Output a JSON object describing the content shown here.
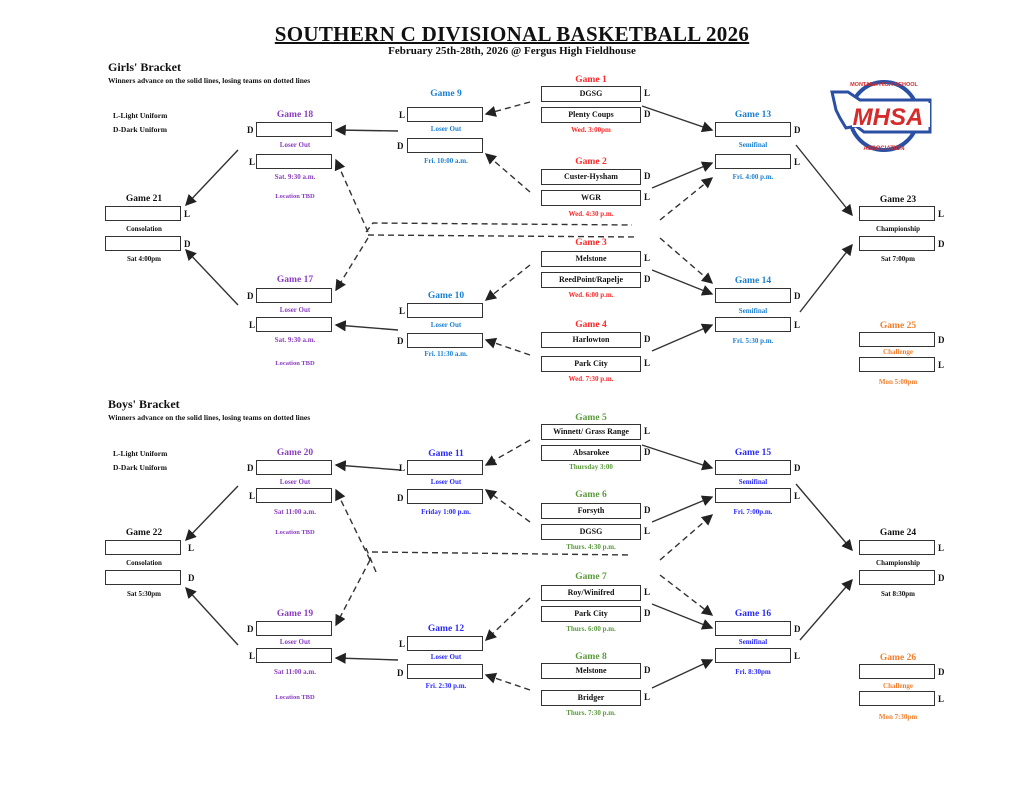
{
  "header": {
    "title": "SOUTHERN C DIVISIONAL BASKETBALL 2026",
    "subtitle": "February 25th-28th, 2026 @ Fergus High Fieldhouse"
  },
  "logo": {
    "text": "MHSA",
    "ring_top": "MONTANA HIGH SCHOOL",
    "ring_bottom": "ASSOCIATION",
    "colors": {
      "red": "#d62b2b",
      "blue": "#2b4fa3"
    }
  },
  "colors": {
    "first_round": "#ff2a2a",
    "boys_first_round": "#5a9a3c",
    "girls_loser_bracket": "#1a7fd1",
    "boys_loser_bracket": "#2a2aff",
    "consolation_purple": "#8a3fc0",
    "challenge_orange": "#f08030",
    "neutral": "#111111"
  },
  "girls": {
    "title": "Girls' Bracket",
    "note": "Winners advance on the solid lines, losing teams on dotted lines",
    "legend": [
      "L-Light Uniform",
      "D-Dark Uniform"
    ],
    "games": {
      "g1": {
        "label": "Game 1",
        "top": "DGSG",
        "top_side": "L",
        "bottom": "Plenty Coups",
        "bottom_side": "D",
        "time": "Wed. 3:00pm"
      },
      "g2": {
        "label": "Game 2",
        "top": "Custer-Hysham",
        "top_side": "D",
        "bottom": "WGR",
        "bottom_side": "L",
        "time": "Wed. 4:30 p.m."
      },
      "g3": {
        "label": "Game 3",
        "top": "Melstone",
        "top_side": "L",
        "bottom": "ReedPoint/Rapelje",
        "bottom_side": "D",
        "time": "Wed. 6:00 p.m."
      },
      "g4": {
        "label": "Game 4",
        "top": "Harlowton",
        "top_side": "D",
        "bottom": "Park City",
        "bottom_side": "L",
        "time": "Wed. 7:30 p.m."
      },
      "g9": {
        "label": "Game 9",
        "top_side": "L",
        "mid": "Loser Out",
        "bottom_side": "D",
        "time": "Fri. 10:00 a.m."
      },
      "g10": {
        "label": "Game 10",
        "top_side": "L",
        "mid": "Loser Out",
        "bottom_side": "D",
        "time": "Fri. 11:30 a.m."
      },
      "g13": {
        "label": "Game 13",
        "top_side": "D",
        "mid": "Semifinal",
        "bottom_side": "L",
        "time": "Fri. 4:00 p.m."
      },
      "g14": {
        "label": "Game 14",
        "top_side": "D",
        "mid": "Semifinal",
        "bottom_side": "L",
        "time": "Fri. 5:30 p.m."
      },
      "g17": {
        "label": "Game 17",
        "top_side": "D",
        "mid": "Loser Out",
        "bottom_side": "L",
        "time": "Sat. 9:30 a.m.",
        "location": "Location TBD"
      },
      "g18": {
        "label": "Game 18",
        "top_side": "D",
        "mid": "Loser Out",
        "bottom_side": "L",
        "time": "Sat. 9:30 a.m.",
        "location": "Location TBD"
      },
      "g21": {
        "label": "Game 21",
        "top_side": "L",
        "mid": "Consolation",
        "bottom_side": "D",
        "time": "Sat 4:00pm"
      },
      "g23": {
        "label": "Game 23",
        "top_side": "L",
        "mid": "Championship",
        "bottom_side": "D",
        "time": "Sat 7:00pm"
      },
      "g25": {
        "label": "Game 25",
        "top_side": "D",
        "mid": "Challenge",
        "bottom_side": "L",
        "time": "Mon 5:00pm"
      }
    }
  },
  "boys": {
    "title": "Boys' Bracket",
    "note": "Winners advance on the solid lines, losing teams on dotted lines",
    "legend": [
      "L-Light Uniform",
      "D-Dark Uniform"
    ],
    "games": {
      "g5": {
        "label": "Game 5",
        "top": "Winnett/ Grass Range",
        "top_side": "L",
        "bottom": "Absarokee",
        "bottom_side": "D",
        "time": "Thursday 3:00"
      },
      "g6": {
        "label": "Game 6",
        "top": "Forsyth",
        "top_side": "D",
        "bottom": "DGSG",
        "bottom_side": "L",
        "time": "Thurs. 4:30 p.m."
      },
      "g7": {
        "label": "Game 7",
        "top": "Roy/Winifred",
        "top_side": "L",
        "bottom": "Park City",
        "bottom_side": "D",
        "time": "Thurs. 6:00 p.m."
      },
      "g8": {
        "label": "Game 8",
        "top": "Melstone",
        "top_side": "D",
        "bottom": "Bridger",
        "bottom_side": "L",
        "time": "Thurs. 7:30 p.m."
      },
      "g11": {
        "label": "Game 11",
        "top_side": "L",
        "mid": "Loser Out",
        "bottom_side": "D",
        "time": "Friday 1:00 p.m."
      },
      "g12": {
        "label": "Game 12",
        "top_side": "L",
        "mid": "Loser Out",
        "bottom_side": "D",
        "time": "Fri. 2:30 p.m."
      },
      "g15": {
        "label": "Game 15",
        "top_side": "D",
        "mid": "Semifinal",
        "bottom_side": "L",
        "time": "Fri. 7:00p.m."
      },
      "g16": {
        "label": "Game 16",
        "top_side": "D",
        "mid": "Semifinal",
        "bottom_side": "L",
        "time": "Fri. 8:30pm"
      },
      "g19": {
        "label": "Game 19",
        "top_side": "D",
        "mid": "Loser Out",
        "bottom_side": "L",
        "time": "Sat 11:00 a.m.",
        "location": "Location TBD"
      },
      "g20": {
        "label": "Game 20",
        "top_side": "D",
        "mid": "Loser Out",
        "bottom_side": "L",
        "time": "Sat  11:00 a.m.",
        "location": "Location TBD"
      },
      "g22": {
        "label": "Game 22",
        "top_side": "L",
        "mid": "Consolation",
        "bottom_side": "D",
        "time": "Sat 5:30pm"
      },
      "g24": {
        "label": "Game 24",
        "top_side": "L",
        "mid": "Championship",
        "bottom_side": "D",
        "time": "Sat 8:30pm"
      },
      "g26": {
        "label": "Game 26",
        "top_side": "D",
        "mid": "Challenge",
        "bottom_side": "L",
        "time": "Mon 7:30pm"
      }
    }
  }
}
